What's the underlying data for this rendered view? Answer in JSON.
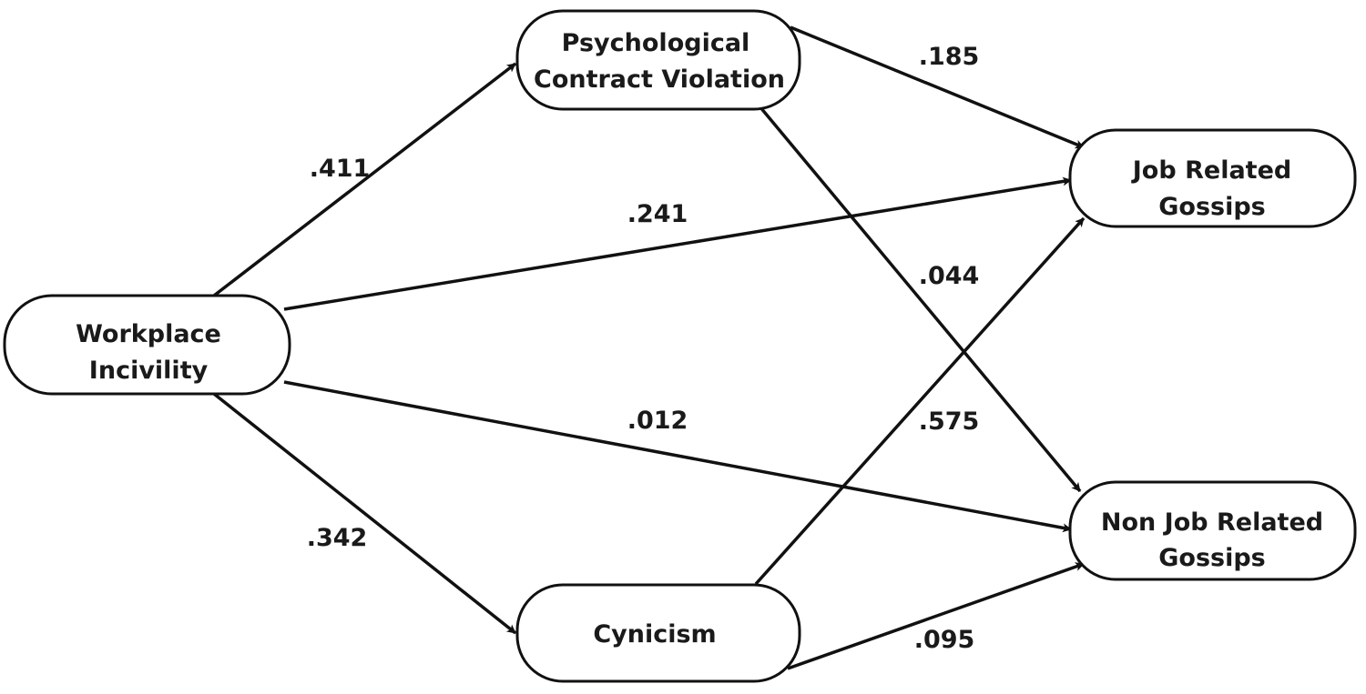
{
  "nodes": {
    "workplace_incivility": {
      "line1": "Workplace",
      "line2": "Incivility"
    },
    "psychological_contract_violation": {
      "line1": "Psychological",
      "line2": "Contract Violation"
    },
    "cynicism": {
      "line1": "Cynicism"
    },
    "job_related_gossips": {
      "line1": "Job Related",
      "line2": "Gossips"
    },
    "non_job_related_gossips": {
      "line1": "Non Job Related",
      "line2": "Gossips"
    }
  },
  "paths": {
    "wi_to_pcv": ".411",
    "wi_to_jrg": ".241",
    "wi_to_njrg": ".012",
    "wi_to_cyn": ".342",
    "pcv_to_jrg": ".185",
    "pcv_to_njrg": ".044",
    "cyn_to_jrg": ".575",
    "cyn_to_njrg": ".095"
  },
  "colors": {
    "stroke": "#111111",
    "text": "#1a1a1a",
    "background": "#ffffff"
  }
}
